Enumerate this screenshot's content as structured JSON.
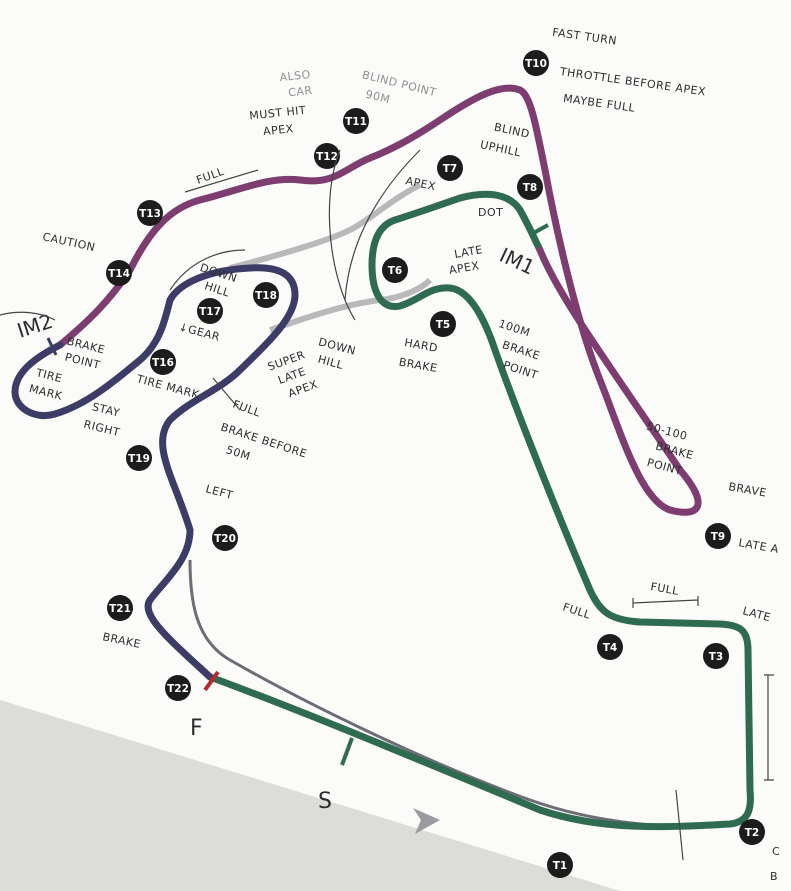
{
  "sectors": [
    {
      "id": "IM1",
      "label": "IM1",
      "color": "#7a3a6d"
    },
    {
      "id": "IM2",
      "label": "IM2",
      "color": "#3d3b63"
    },
    {
      "id": "S1",
      "label": "",
      "color": "#2f6b50"
    }
  ],
  "colors": {
    "purple": "#7d3d70",
    "green": "#2f6b50",
    "navy": "#3c3c67",
    "grey": "#b7b7bb",
    "marker_red": "#b52a2a",
    "marker_green": "#2f6b50"
  },
  "markers": {
    "finish": "F",
    "start": "S"
  },
  "turns": [
    "T1",
    "T2",
    "T3",
    "T4",
    "T5",
    "T6",
    "T7",
    "T8",
    "T9",
    "T10",
    "T11",
    "T12",
    "T13",
    "T14",
    "T16",
    "T17",
    "T18",
    "T19",
    "T20",
    "T21",
    "T22"
  ],
  "notes": {
    "t10": [
      "FAST TURN",
      "THROTTLE BEFORE APEX",
      "MAYBE FULL"
    ],
    "t11": [
      "BLIND POINT",
      "90M"
    ],
    "t12": [
      "ALSO",
      "CAR",
      "MUST HIT",
      "APEX"
    ],
    "blind_uphill": [
      "BLIND",
      "UPHILL"
    ],
    "t7_note": [
      "APEX"
    ],
    "t8_dot": "DOT",
    "t13_full": "FULL",
    "t14_caution": "CAUTION",
    "downhill_t18": [
      "DOWN",
      "HILL"
    ],
    "t17_gear": "↓GEAR",
    "im2_brake": [
      "BRAKE",
      "POINT"
    ],
    "tire_mark_left": [
      "TIRE",
      "MARK"
    ],
    "stay_right": [
      "STAY",
      "RIGHT"
    ],
    "tire_mark_t16": [
      "TIRE",
      "MARK"
    ],
    "full_t19": "FULL",
    "super_late_apex": [
      "SUPER",
      "LATE",
      "APEX"
    ],
    "downhill_t6": [
      "DOWN",
      "HILL"
    ],
    "late_apex_t6": [
      "LATE",
      "APEX"
    ],
    "hard_brake": [
      "HARD",
      "BRAKE"
    ],
    "brake_100m": [
      "100M",
      "BRAKE",
      "POINT"
    ],
    "brake_before_50m": [
      "BRAKE BEFORE",
      "50M"
    ],
    "left_t20": "LEFT",
    "brake_t21": "BRAKE",
    "brake_50_100": [
      "50-100",
      "BRAKE",
      "POINT"
    ],
    "brave": "BRAVE",
    "t9_late": "LATE A",
    "full_t4": "FULL",
    "full_t3_top": "FULL",
    "late_t3": "LATE",
    "t2_side": [
      "C",
      "B"
    ]
  }
}
